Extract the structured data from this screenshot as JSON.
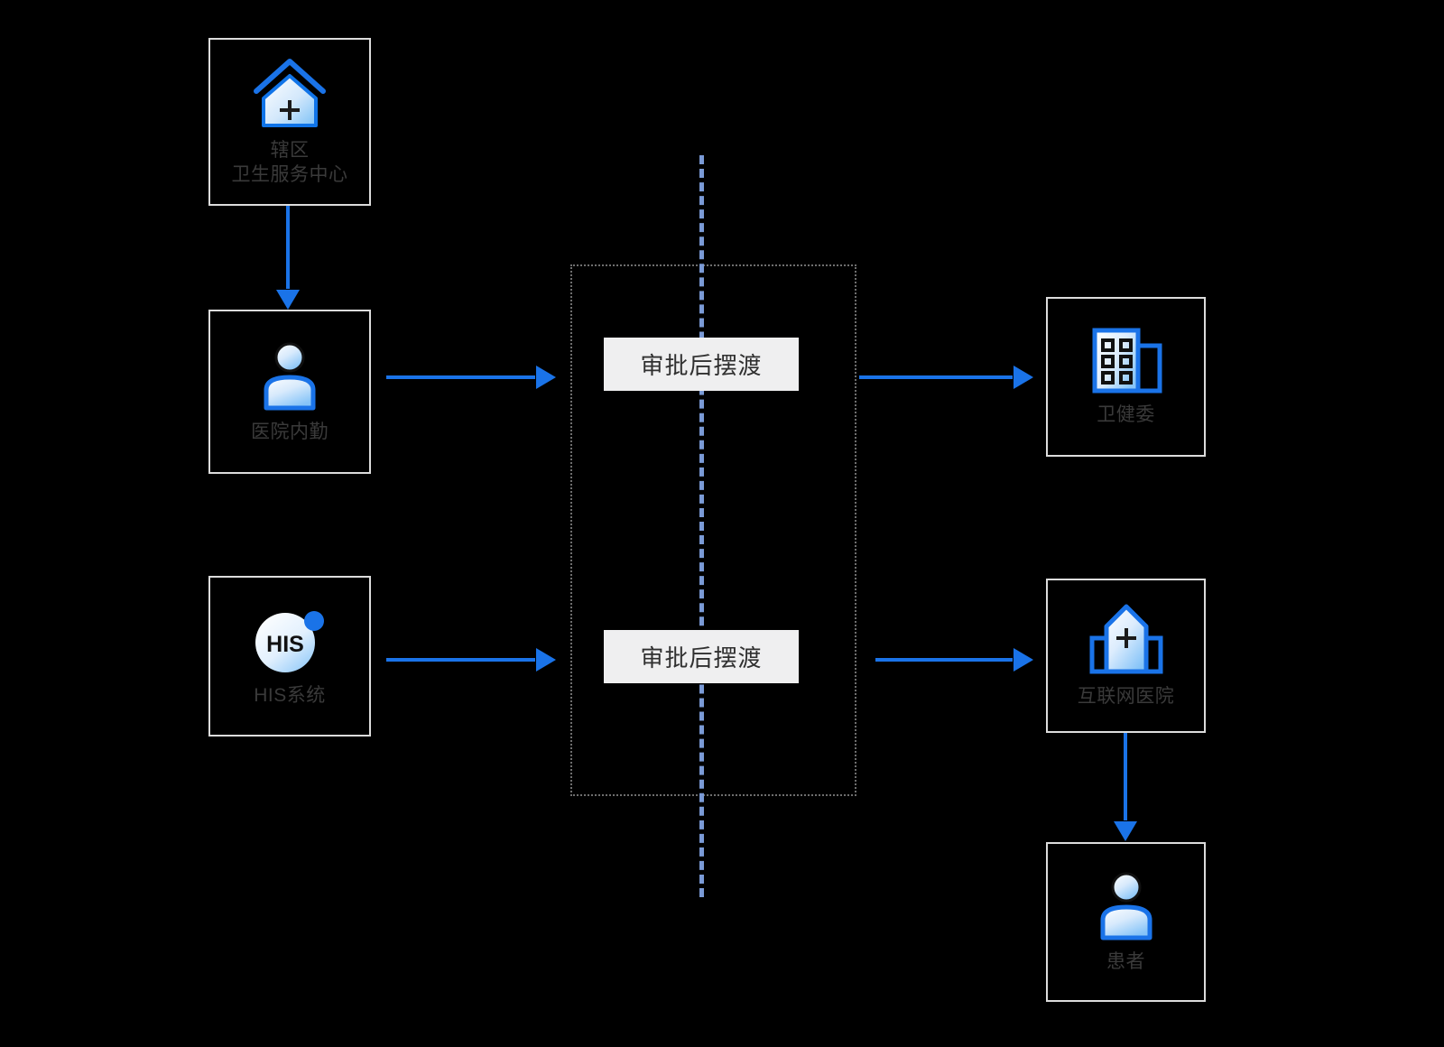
{
  "diagram": {
    "background_color": "#000000",
    "accent_color": "#1a73e8",
    "box_border_color": "#dcdcdc",
    "process_fill_color": "#efeff0",
    "divider_color": "#7a9ad6",
    "group_border_color": "#6e6e6e"
  },
  "nodes": [
    {
      "id": "community-health-center",
      "label": "辖区\n卫生服务中心",
      "icon": "hospital-house-icon"
    },
    {
      "id": "hospital-office-staff",
      "label": "医院内勤",
      "icon": "person-icon"
    },
    {
      "id": "his-system",
      "label": "HIS系统",
      "icon": "his-circle-icon",
      "icon_text": "HIS"
    },
    {
      "id": "health-commission",
      "label": "卫健委",
      "icon": "office-building-icon"
    },
    {
      "id": "internet-hospital",
      "label": "互联网医院",
      "icon": "internet-hospital-icon"
    },
    {
      "id": "patient",
      "label": "患者",
      "icon": "person-icon"
    }
  ],
  "processes": [
    {
      "id": "ferry-top",
      "label": "审批后摆渡"
    },
    {
      "id": "ferry-bottom",
      "label": "审批后摆渡"
    }
  ]
}
